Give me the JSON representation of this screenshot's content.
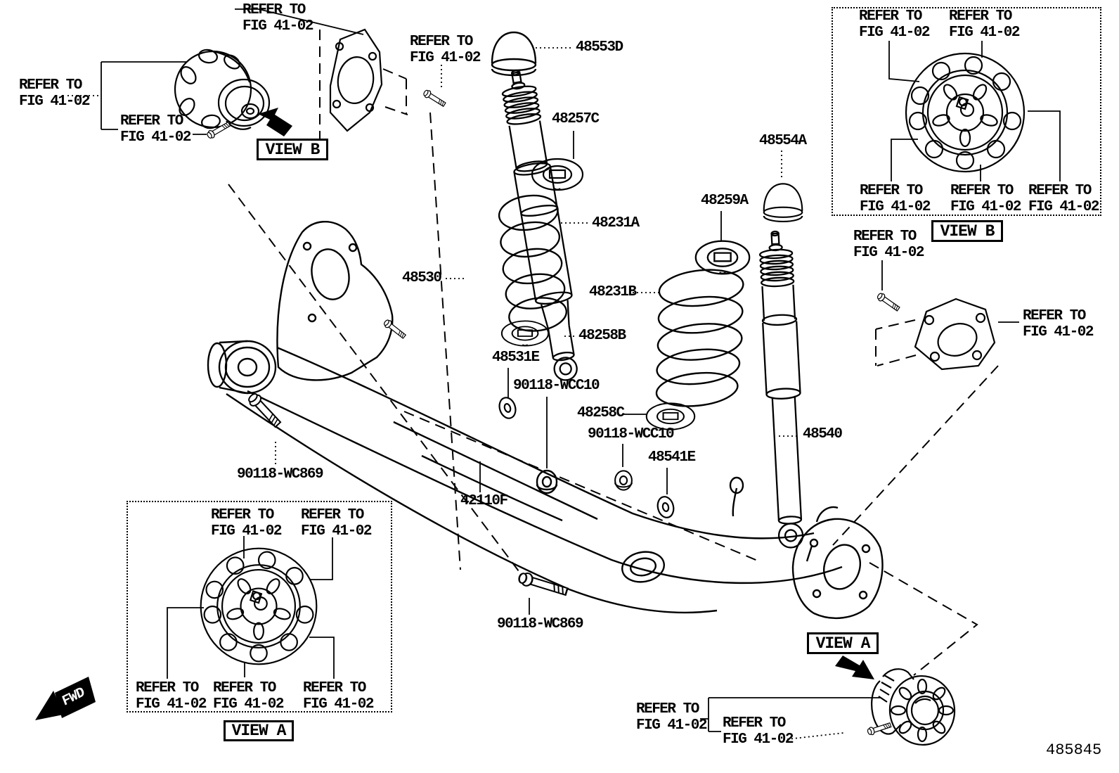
{
  "figure": {
    "code": "485845"
  },
  "notes": {
    "refer": "REFER TO\nFIG 41-02"
  },
  "views": {
    "a": "VIEW A",
    "b": "VIEW B"
  },
  "fwd": {
    "label": "FWD"
  },
  "parts": {
    "48553D": "48553D",
    "48257C": "48257C",
    "48554A": "48554A",
    "48259A": "48259A",
    "48231A": "48231A",
    "48231B": "48231B",
    "48530": "48530",
    "48540": "48540",
    "48258B": "48258B",
    "48258C": "48258C",
    "48531E": "48531E",
    "48541E": "48541E",
    "42110F": "42110F",
    "90118-WCC10": "90118-WCC10",
    "90118-WC869": "90118-WC869"
  }
}
